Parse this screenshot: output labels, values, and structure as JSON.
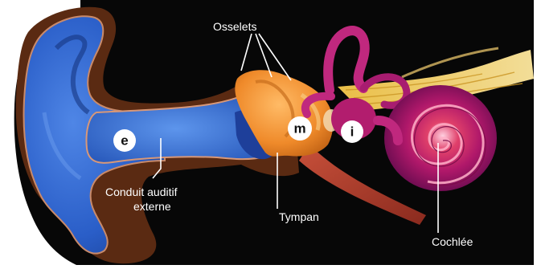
{
  "figure": {
    "labels": {
      "ossicles": "Osselets",
      "ear_canal_line1": "Conduit auditif",
      "ear_canal_line2": "externe",
      "eardrum": "Tympan",
      "cochlea": "Cochlée"
    },
    "badges": {
      "outer": "e",
      "middle": "m",
      "inner": "i"
    }
  }
}
